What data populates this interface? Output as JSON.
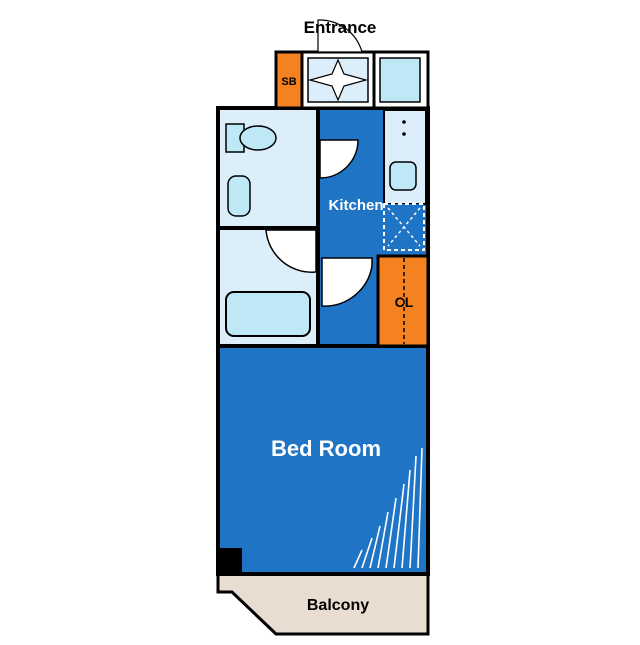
{
  "floor_plan": {
    "labels": {
      "entrance": "Entrance",
      "shoe_box": "SB",
      "kitchen": "Kitchen",
      "closet": "CL",
      "bedroom": "Bed Room",
      "balcony": "Balcony"
    },
    "colors": {
      "wall": "#000000",
      "bedroom_floor": "#1f74c5",
      "wet_area_floor": "#dceefa",
      "fixture": "#bfe8f6",
      "storage": "#f58220",
      "balcony_floor": "#e9dcd1"
    }
  }
}
